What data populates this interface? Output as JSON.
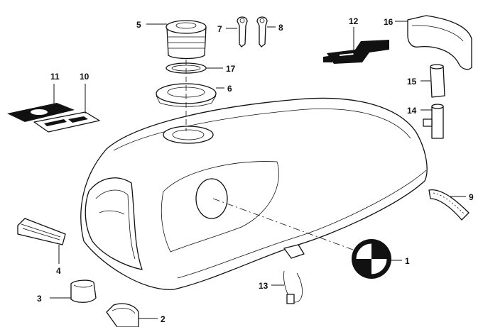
{
  "diagram": {
    "callouts": [
      "1",
      "2",
      "3",
      "4",
      "5",
      "6",
      "7",
      "8",
      "9",
      "10",
      "11",
      "12",
      "13",
      "14",
      "15",
      "16",
      "17"
    ],
    "colors": {
      "ink": "#111111",
      "paper": "#ffffff",
      "emblem_blue": "#111111"
    }
  }
}
